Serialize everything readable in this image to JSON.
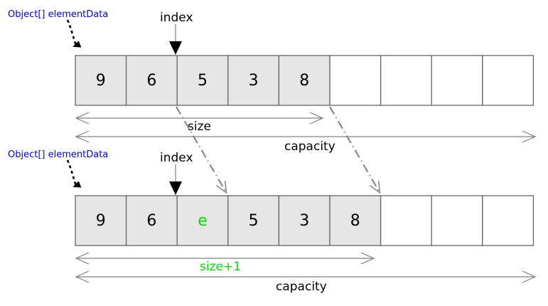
{
  "diagram": {
    "title": "ArrayList insertion at index",
    "colors": {
      "cell_fill": "#e6e6e6",
      "cell_empty": "#ffffff",
      "cell_border": "#666666",
      "pointer_text": "#0000ff",
      "highlight": "#00e000",
      "arrow_grey": "#808080",
      "arrow_black": "#000000"
    },
    "arrays": [
      {
        "id": "before",
        "name": "top-array",
        "capacity": 9,
        "size": 5,
        "cells": [
          {
            "value": "9",
            "filled": true
          },
          {
            "value": "6",
            "filled": true
          },
          {
            "value": "5",
            "filled": true
          },
          {
            "value": "3",
            "filled": true
          },
          {
            "value": "8",
            "filled": true
          },
          {
            "value": "",
            "filled": false
          },
          {
            "value": "",
            "filled": false
          },
          {
            "value": "",
            "filled": false
          },
          {
            "value": "",
            "filled": false
          }
        ],
        "pointer_label": "Object[] elementData",
        "index_label": "index",
        "index_position": 2,
        "span_labels": [
          {
            "text": "size",
            "color": "black",
            "cells": 5
          },
          {
            "text": "capacity",
            "color": "black",
            "cells": 9
          }
        ]
      },
      {
        "id": "after",
        "name": "bottom-array",
        "capacity": 9,
        "size": 6,
        "cells": [
          {
            "value": "9",
            "filled": true,
            "highlight": false
          },
          {
            "value": "6",
            "filled": true,
            "highlight": false
          },
          {
            "value": "e",
            "filled": true,
            "highlight": true
          },
          {
            "value": "5",
            "filled": true,
            "highlight": false
          },
          {
            "value": "3",
            "filled": true,
            "highlight": false
          },
          {
            "value": "8",
            "filled": true,
            "highlight": false
          },
          {
            "value": "",
            "filled": false,
            "highlight": false
          },
          {
            "value": "",
            "filled": false,
            "highlight": false
          },
          {
            "value": "",
            "filled": false,
            "highlight": false
          }
        ],
        "pointer_label": "Object[] elementData",
        "index_label": "index",
        "index_position": 2,
        "span_labels": [
          {
            "text": "size+1",
            "color": "green",
            "cells": 6
          },
          {
            "text": "capacity",
            "color": "black",
            "cells": 9
          }
        ]
      }
    ],
    "shift_arrows": [
      {
        "from_cell": 2,
        "to_cell": 3,
        "style": "dash-dot"
      },
      {
        "from_cell": 5,
        "to_cell": 6,
        "style": "dash-dot"
      }
    ]
  }
}
